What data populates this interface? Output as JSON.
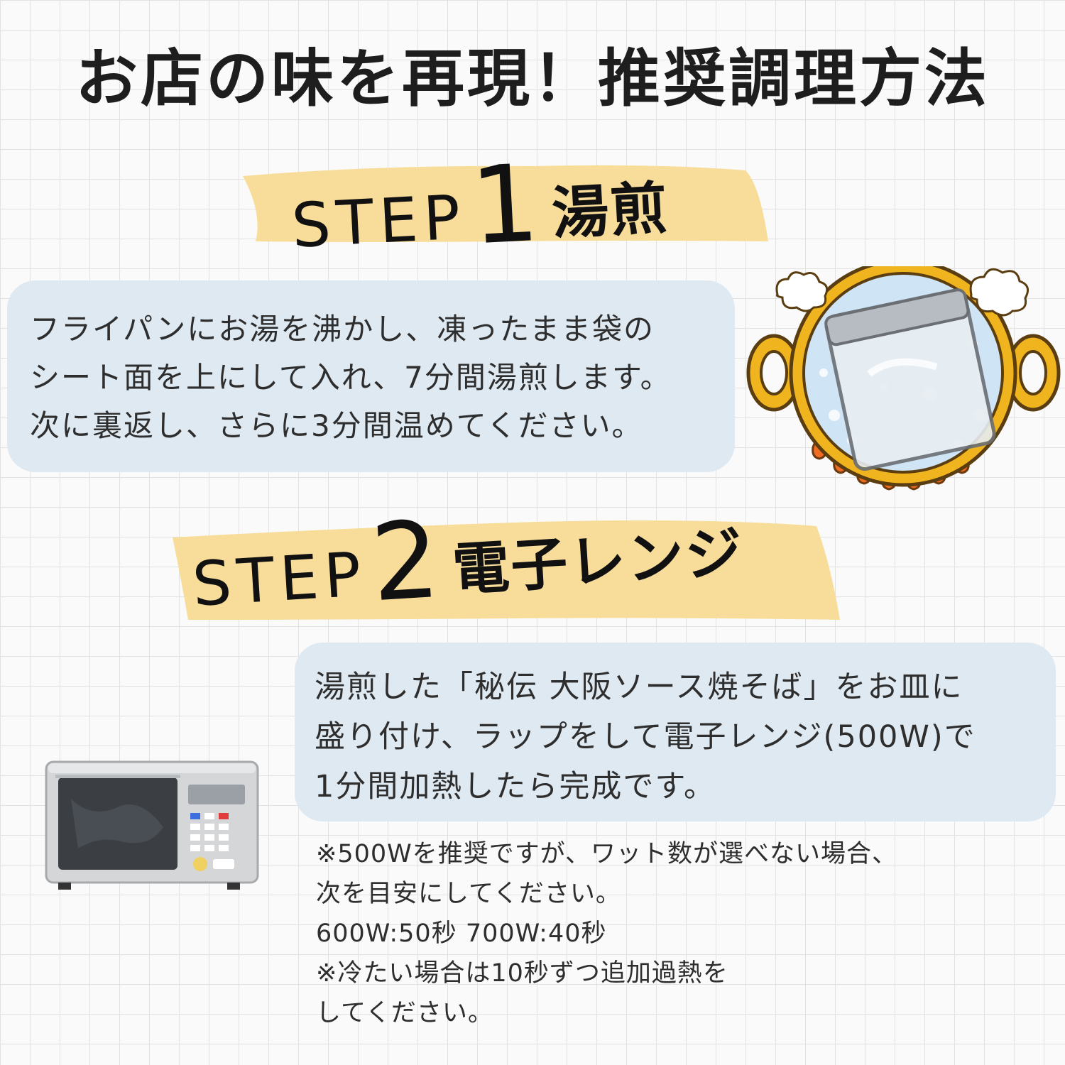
{
  "title": "お店の味を再現！推奨調理方法",
  "steps": [
    {
      "word": "STEP",
      "number": "1",
      "label": "湯煎",
      "lines": [
        "フライパンにお湯を沸かし、凍ったまま袋の",
        "シート面を上にして入れ、7分間湯煎します。",
        "次に裏返し、さらに3分間温めてください。"
      ]
    },
    {
      "word": "STEP",
      "number": "2",
      "label": "電子レンジ",
      "lines": [
        "湯煎した「秘伝 大阪ソース焼そば」をお皿に",
        "盛り付け、ラップをして電子レンジ(500W)で",
        "1分間加熱したら完成です。"
      ]
    }
  ],
  "note_lines": [
    "※500Wを推奨ですが、ワット数が選べない場合、",
    "次を目安にしてください。",
    "600W:50秒 700W:40秒",
    "※冷たい場合は10秒ずつ追加過熱を",
    "してください。"
  ],
  "colors": {
    "banner": "#f8dd9a",
    "card": "#dfe9f1",
    "pot": "#f0b41e",
    "flame": "#f06c23"
  },
  "icons": [
    "boiling-pot-icon",
    "microwave-icon"
  ]
}
